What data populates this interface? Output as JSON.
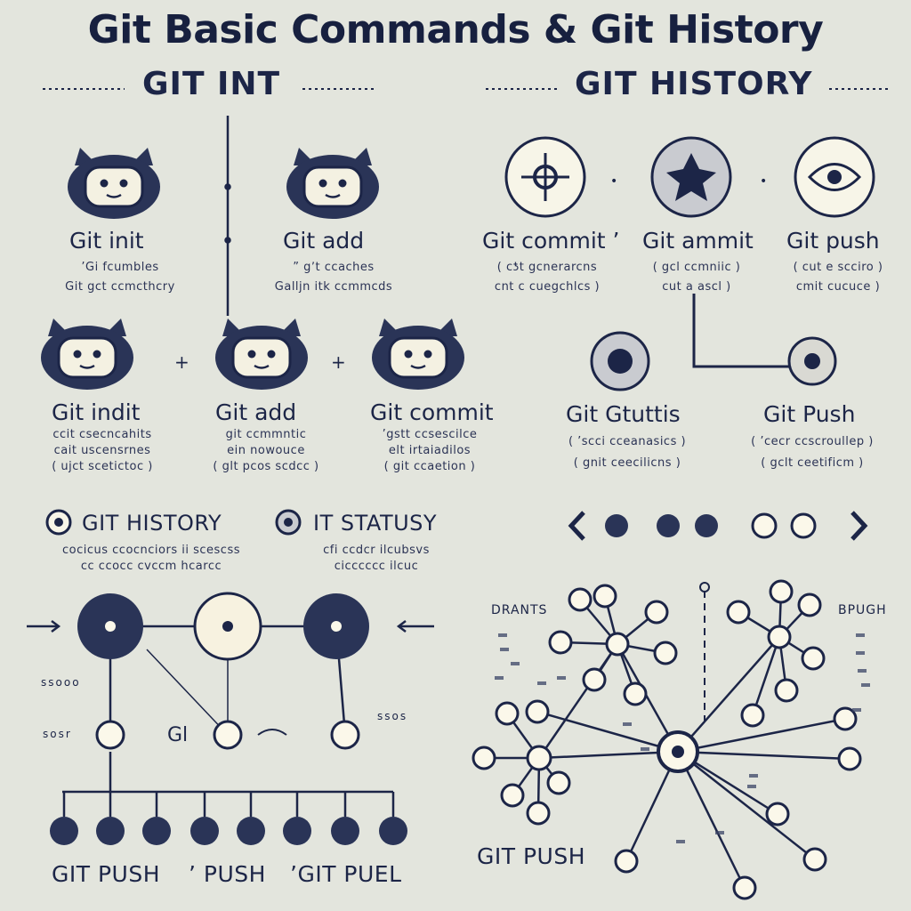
{
  "title": "Git Basic Commands & Git History",
  "headers": {
    "left": "GIT INT",
    "right": "GIT HISTORY"
  },
  "row1": [
    {
      "label": "Git init",
      "sub1": "’Gi fcumbles",
      "sub2": "Git gct ccmcthcry"
    },
    {
      "label": "Git add",
      "sub1": "” gʼt ccaches",
      "sub2": "Galljn itk ccmmcds"
    }
  ],
  "icons_right": [
    {
      "name": "compass-icon"
    },
    {
      "name": "star-icon"
    },
    {
      "name": "eye-icon"
    }
  ],
  "right_cmds": [
    {
      "label": "Git commit ’",
      "sub1": "( cƾt gcnerarcns",
      "sub2": "cnt c cuegchlcs )"
    },
    {
      "label": "Git ammit",
      "sub1": "( gcl   ccmniic )",
      "sub2": "cut   a ascl )"
    },
    {
      "label": "Git push",
      "sub1": "( cut e scciro )",
      "sub2": "cmit cucuce )"
    }
  ],
  "row2": [
    {
      "label": "Git indit",
      "sub1": "ccit  csecncahits",
      "sub2": "cait  uscensrnes",
      "sub3": "( ujct  scetictoc )"
    },
    {
      "label": "Git add",
      "sub1": "git  ccmmntic",
      "sub2": "ein  nowouce",
      "sub3": "( glt  pcos  scdcc )"
    },
    {
      "label": "Git commit",
      "sub1": "’gstt  ccsescilce",
      "sub2": "elt  irtaiadilos",
      "sub3": "( git  ccaetion )"
    }
  ],
  "mid_right": [
    {
      "label": "Git Gtuttis",
      "sub1": "( ’scci  cceanasics )",
      "sub2": "( gnit  ceecilicns )"
    },
    {
      "label": "Git Push",
      "sub1": "( ’cecr  ccscroullep )",
      "sub2": "( gclt  ceetificm )"
    }
  ],
  "sections": {
    "history": "GIT HISTORY",
    "history_sub1": "cocicus  ccocnciors  ii  scescss",
    "history_sub2": "cc  ccocc  cvccm  hcarcc",
    "status": "IT STATUSY",
    "status_sub1": "cfi  ccdcr  ilcubsvs",
    "status_sub2": "cicccccc  ilcuc"
  },
  "diagram_left": {
    "side_labels": [
      "ssooo",
      "sosr",
      "ssos",
      "Gl"
    ],
    "bottom": [
      "GIT PUSH",
      "’ PUSH",
      "’GIT PUEL"
    ]
  },
  "diagram_right": {
    "branch_label": "DRANTS",
    "push_label": "BPUGH",
    "bottom": "GIT PUSH"
  },
  "colors": {
    "background": "#e3e5dd",
    "ink": "#1c2547",
    "node_fill": "#fbf8ea",
    "dark_node": "#2a3457"
  }
}
